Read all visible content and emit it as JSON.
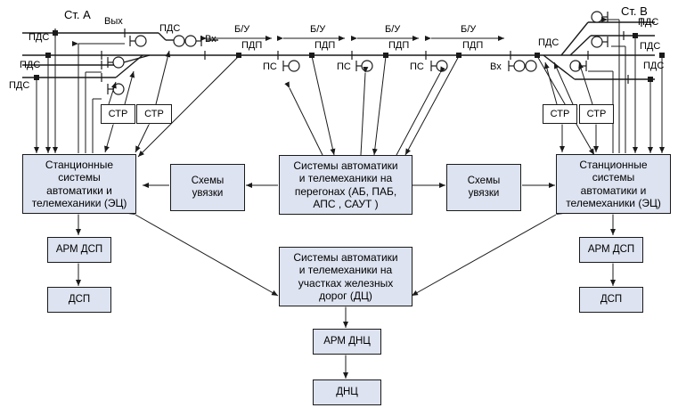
{
  "stations": {
    "a_label": "Ст. А",
    "b_label": "Ст. В"
  },
  "signals": {
    "exit": "Вых",
    "entry_a": "Вх",
    "entry_b": "Вх",
    "ps": "ПС",
    "pdp": "ПДП",
    "pds": "ПДС",
    "bu": "Б/У"
  },
  "boxes": {
    "ec_a": "Станционные\nсистемы\nавтоматики и\nтелемеханики   (ЭЦ)",
    "ec_b": "Станционные\nсистемы\nавтоматики и\nтелемеханики   (ЭЦ)",
    "schemes_left": "Схемы\nувязки",
    "schemes_right": "Схемы\nувязки",
    "peregon": "Системы автоматики\nи телемеханики на\nперегонах  (АБ, ПАБ,\nАПС , САУТ )",
    "dc": "Системы автоматики\nи телемеханики на\nучастках железных\nдорог (ДЦ)",
    "arm_dsp_a": "АРМ ДСП",
    "arm_dsp_b": "АРМ ДСП",
    "dsp_a": "ДСП",
    "dsp_b": "ДСП",
    "arm_dnc": "АРМ ДНЦ",
    "dnc": "ДНЦ",
    "str": "СТР"
  },
  "colors": {
    "box_fill": "#dde3f0",
    "stroke": "#1a1a1a"
  }
}
